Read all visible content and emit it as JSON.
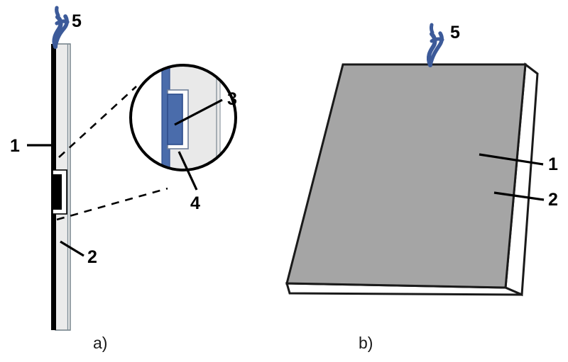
{
  "figure": {
    "title": "Cross-sectional and perspective schematic of a layered sensor pad",
    "background_color": "#ffffff",
    "panels": [
      {
        "id": "a",
        "caption": "a)",
        "view": "side cross-section with magnified detail circle"
      },
      {
        "id": "b",
        "caption": "b)",
        "view": "3D perspective of the assembled pad"
      }
    ],
    "callouts": [
      {
        "number": "1",
        "panel": "a",
        "target": "dark outer sensor layer at left edge"
      },
      {
        "number": "2",
        "panel": "a",
        "target": "light grey substrate / cushion body"
      },
      {
        "number": "3",
        "panel": "a-detail",
        "target": "dark blue embedded element inside recess"
      },
      {
        "number": "4",
        "panel": "a-detail",
        "target": "blue coating strip on outer face"
      },
      {
        "number": "5",
        "panel": "a",
        "target": "blue thread / suture loop at top edge"
      },
      {
        "number": "1",
        "panel": "b",
        "target": "grey top face of slab"
      },
      {
        "number": "2",
        "panel": "b",
        "target": "white side edge of slab"
      },
      {
        "number": "5",
        "panel": "b",
        "target": "blue thread / suture loop at top edge"
      }
    ],
    "colors": {
      "blue_strip": "#4a6cab",
      "blue_element": "#4a6cab",
      "blue_element_border": "#2b4b8c",
      "thread_blue": "#3c5a99",
      "panel_light": "#ebebeb",
      "panel_light_alt": "#e8e8e8",
      "slab_grey": "#a5a5a5",
      "edge_white": "#ffffff",
      "line_black": "#1a1a1a",
      "dark_layer": "#000000"
    }
  },
  "labels": {
    "one_left": "1",
    "two_left": "2",
    "three_detail": "3",
    "four_detail": "4",
    "five_left": "5",
    "one_right": "1",
    "two_right": "2",
    "five_right": "5",
    "caption_a": "a)",
    "caption_b": "b)"
  }
}
